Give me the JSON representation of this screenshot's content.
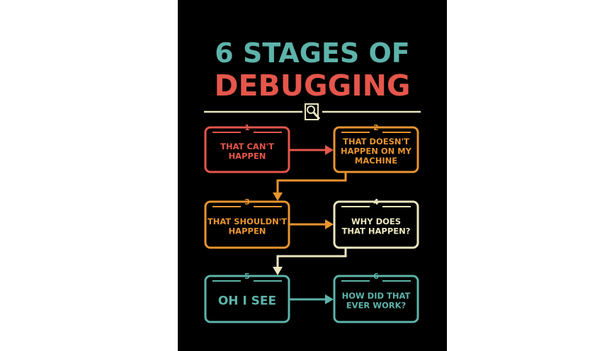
{
  "title": {
    "line1": "6 STAGES OF",
    "line2": "DEBUGGING"
  },
  "colors": {
    "teal": "#5db3aa",
    "red": "#e5564b",
    "orange": "#e8952f",
    "cream": "#ece6c0",
    "background": "#000000"
  },
  "divider_icon": "magnifier-bug-icon",
  "stages": [
    {
      "number": "1",
      "lines": [
        "THAT CAN'T",
        "HAPPEN"
      ]
    },
    {
      "number": "2",
      "lines": [
        "THAT DOESN'T",
        "HAPPEN ON MY",
        "MACHINE"
      ]
    },
    {
      "number": "3",
      "lines": [
        "THAT SHOULDN'T",
        "HAPPEN"
      ]
    },
    {
      "number": "4",
      "lines": [
        "WHY DOES",
        "THAT HAPPEN?"
      ]
    },
    {
      "number": "5",
      "lines": [
        "OH I SEE"
      ]
    },
    {
      "number": "6",
      "lines": [
        "HOW DID THAT",
        "EVER WORK?"
      ]
    }
  ]
}
